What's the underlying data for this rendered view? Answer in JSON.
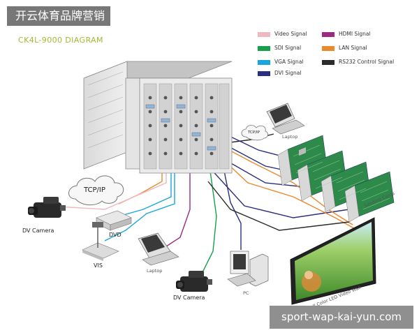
{
  "banner": {
    "text": "开云体育品牌营销"
  },
  "footer": {
    "text": "sport-wap-kai-yun.com"
  },
  "title": "CK4L-9000 DIAGRAM",
  "legend": [
    {
      "label": "Video Signal",
      "color": "#f0b8bf"
    },
    {
      "label": "HDMI Signal",
      "color": "#9b2b80"
    },
    {
      "label": "SDI Signal",
      "color": "#17a04c"
    },
    {
      "label": "LAN Signal",
      "color": "#ea8a2c"
    },
    {
      "label": "VGA Signal",
      "color": "#1aa6dd"
    },
    {
      "label": "RS232 Control Signal",
      "color": "#2b2b2b"
    },
    {
      "label": "DVI Signal",
      "color": "#2b2d80"
    }
  ],
  "devices": {
    "dv_camera_left": "DV Camera",
    "tcpip_cloud": "TCP/IP",
    "dvd": "DVD",
    "vis": "VIS",
    "laptop_bottom": "Laptop",
    "dv_camera_bottom": "DV Camera",
    "pc": "PC",
    "laptop_top": "Laptop",
    "tcpip_small": "TCP/IP",
    "sending_cards": "Sending Cards",
    "led_wall": "Full Color LED Video Wall"
  }
}
